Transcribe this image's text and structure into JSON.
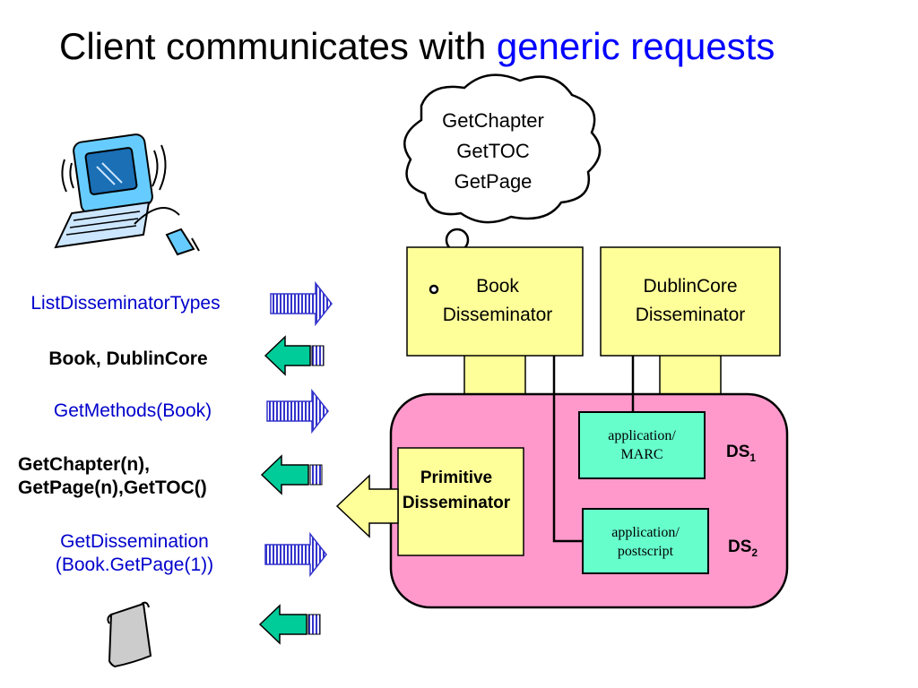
{
  "title": {
    "prefix": "Client communicates with ",
    "highlight": "generic requests"
  },
  "thought_cloud": {
    "lines": [
      "GetChapter",
      "GetTOC",
      "GetPage"
    ]
  },
  "disseminators": {
    "book": {
      "line1": "Book",
      "line2": "Disseminator"
    },
    "dublincore": {
      "line1": "DublinCore",
      "line2": "Disseminator"
    },
    "primitive": {
      "line1": "Primitive",
      "line2": "Disseminator"
    }
  },
  "applications": {
    "marc": {
      "line1": "application/",
      "line2": "MARC"
    },
    "postscript": {
      "line1": "application/",
      "line2": "postscript"
    }
  },
  "datastreams": {
    "ds1": {
      "base": "DS",
      "sub": "1"
    },
    "ds2": {
      "base": "DS",
      "sub": "2"
    }
  },
  "messages": [
    {
      "line1": "ListDisseminatorTypes",
      "line2": "",
      "style": "request",
      "direction": "right"
    },
    {
      "line1": "Book, DublinCore",
      "line2": "",
      "style": "response",
      "direction": "left"
    },
    {
      "line1": "GetMethods(Book)",
      "line2": "",
      "style": "request",
      "direction": "right"
    },
    {
      "line1": "GetChapter(n),",
      "line2": "GetPage(n),GetTOC()",
      "style": "response",
      "direction": "left"
    },
    {
      "line1": "GetDissemination",
      "line2": "(Book.GetPage(1))",
      "style": "request",
      "direction": "right"
    },
    {
      "line1": "",
      "line2": "",
      "style": "response",
      "direction": "left"
    }
  ],
  "colors": {
    "request_text": "#0000cc",
    "response_arrow": "#00cc99",
    "box_yellow": "#ffff99",
    "pink_container": "#ff99cc",
    "app_box": "#66ffcc"
  },
  "icons": [
    "computer-icon",
    "document-icon"
  ]
}
